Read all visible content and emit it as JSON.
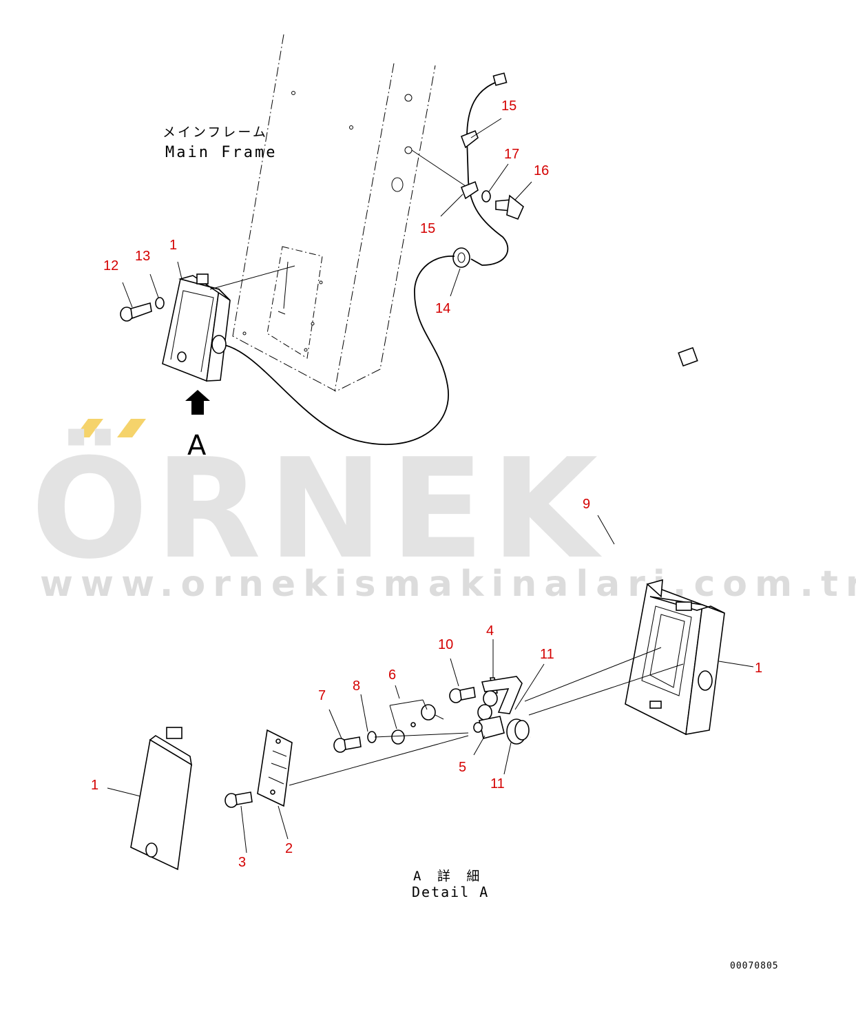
{
  "labels": {
    "main_frame_jp": "メインフレーム",
    "main_frame_en": "Main Frame",
    "view_letter": "A",
    "detail_jp": "A 詳 細",
    "detail_en": "Detail A",
    "drawing_number": "00070805"
  },
  "watermark": {
    "brand": "ÖRNEK",
    "url": "www.ornekismakinalari.com.tr",
    "accent_color": "#f5d36b",
    "text_color": "#e3e3e3"
  },
  "callouts": {
    "c1_top": "1",
    "c12": "12",
    "c13": "13",
    "c14": "14",
    "c15_top": "15",
    "c15_bottom": "15",
    "c16": "16",
    "c17": "17",
    "c9": "9",
    "c4": "4",
    "c10": "10",
    "c11_top": "11",
    "c11_bottom": "11",
    "c6": "6",
    "c8": "8",
    "c7": "7",
    "c5": "5",
    "c1_right": "1",
    "c1_left": "1",
    "c2": "2",
    "c3": "3"
  },
  "colors": {
    "callout": "#d40000",
    "line": "#000000"
  }
}
